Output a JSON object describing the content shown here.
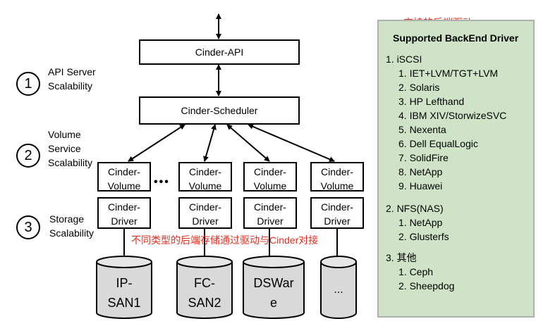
{
  "diagram": {
    "cinder_api": "Cinder-API",
    "cinder_scheduler": "Cinder-Scheduler",
    "volume_label": [
      "Cinder-",
      "Volume"
    ],
    "driver_label": [
      "Cinder-",
      "Driver"
    ],
    "ellipsis": "•••",
    "levels": [
      {
        "num": "1",
        "text": [
          "API Server",
          "Scalability"
        ]
      },
      {
        "num": "2",
        "text": [
          "Volume",
          "Service",
          "Scalability"
        ]
      },
      {
        "num": "3",
        "text": [
          "Storage",
          "Scalability"
        ]
      }
    ],
    "storages": [
      [
        "IP-",
        "SAN1"
      ],
      [
        "FC-",
        "SAN2"
      ],
      [
        "DSWar",
        "e"
      ],
      [
        "..."
      ]
    ],
    "annotation": "不同类型的后端存储通过驱动与Cinder对接",
    "annotation_color": "#e03020"
  },
  "panel": {
    "red_title": "支持的后端驱动",
    "title": "Supported BackEnd Driver",
    "sections": [
      {
        "heading": "1. iSCSI",
        "items": [
          "1. IET+LVM/TGT+LVM",
          "2. Solaris",
          "3. HP Lefthand",
          "4. IBM XIV/StorwizeSVC",
          "5. Nexenta",
          "6. Dell EqualLogic",
          "7. SolidFire",
          "8. NetApp",
          "9. Huawei"
        ]
      },
      {
        "heading": "2. NFS(NAS)",
        "items": [
          "1. NetApp",
          "2. Glusterfs"
        ]
      },
      {
        "heading": "3. 其他",
        "items": [
          "1. Ceph",
          "2. Sheepdog"
        ]
      }
    ],
    "background": "#cfe3c7"
  }
}
